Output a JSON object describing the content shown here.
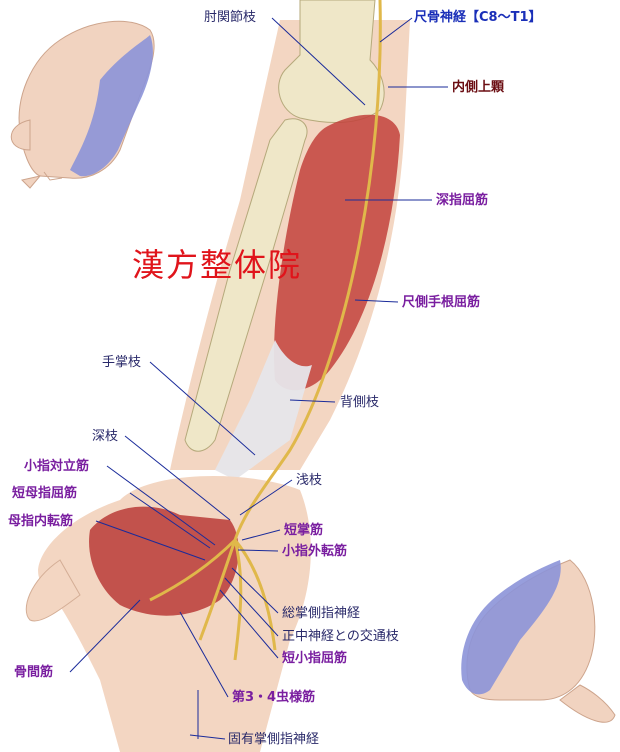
{
  "watermark": "漢方整体院",
  "colors": {
    "label_default": "#2a2a6a",
    "label_purple": "#7a1fa0",
    "label_maroon": "#6b0d12",
    "label_blue": "#1a2fb8",
    "watermark": "#e0141b",
    "leader": "#1a2b9a",
    "sensory_area": "#8c93d8"
  },
  "labels": {
    "elbow_branch": "肘関節枝",
    "ulnar_nerve": "尺骨神経【C8〜T1】",
    "medial_epicondyle": "内側上顆",
    "fdp": "深指屈筋",
    "fcu": "尺側手根屈筋",
    "palmar_branch": "手掌枝",
    "dorsal_branch": "背側枝",
    "deep_branch": "深枝",
    "superficial_branch": "浅枝",
    "opponens_digiti_minimi": "小指対立筋",
    "flexor_pollicis_brevis": "短母指屈筋",
    "adductor_pollicis": "母指内転筋",
    "palmaris_brevis": "短掌筋",
    "abductor_digiti_minimi": "小指外転筋",
    "common_palmar_digital": "総掌側指神経",
    "communicating_branch": "正中神経との交通枝",
    "flexor_digiti_minimi_brevis": "短小指屈筋",
    "interossei": "骨間筋",
    "lumbricals_3_4": "第3・4虫様筋",
    "proper_palmar_digital": "固有掌側指神経"
  }
}
